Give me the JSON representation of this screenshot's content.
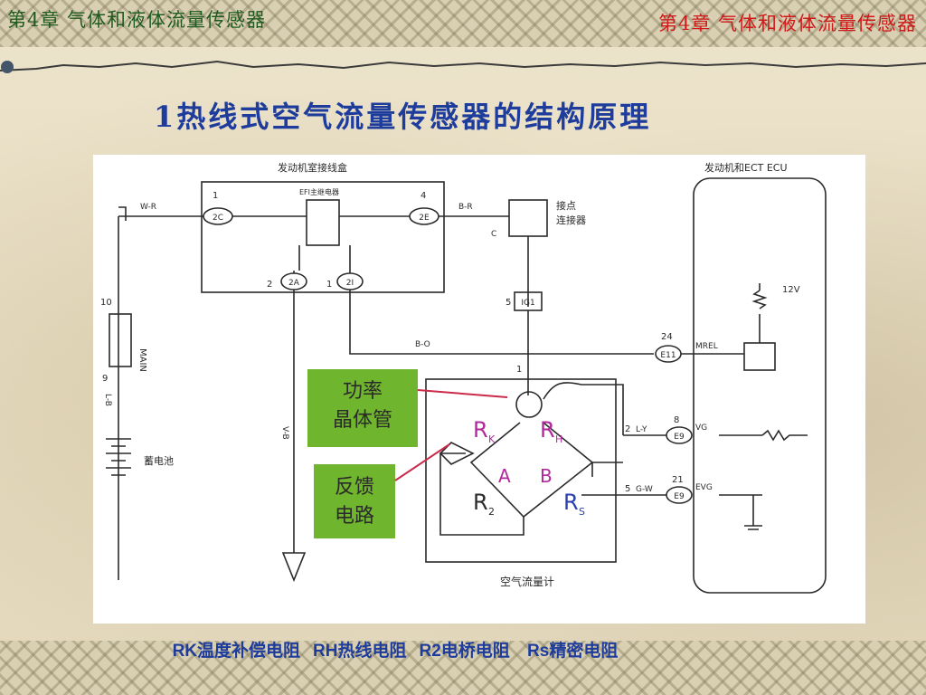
{
  "slide": {
    "header_left": "第4章  气体和液体流量传感器",
    "header_right": "第4章  气体和液体流量传感器",
    "heading": "1热线式空气流量传感器的结构原理",
    "legend": [
      "RK温度补偿电阻",
      "RH热线电阻",
      "R2电桥电阻",
      " Rs精密电阻"
    ]
  },
  "diagram": {
    "junction_box": "发动机室接线盒",
    "efi_relay": "EFI主继电器",
    "ecu": "发动机和ECT ECU",
    "connector_label": "接点\n连接器",
    "connector_line1": "接点",
    "connector_line2": "连接器",
    "power_transistor": [
      "功率",
      "晶体管"
    ],
    "feedback": [
      "反馈",
      "电路"
    ],
    "airflow_meter": "空气流量计",
    "battery": "蓄电池",
    "fuse": "MAIN",
    "voltage": "12V",
    "pins": {
      "p2c": "2C",
      "p2e": "2E",
      "p2a": "2A",
      "p2i": "2I",
      "ig1": "IG1",
      "e11": "E11",
      "e9a": "E9",
      "e9b": "E9"
    },
    "ecu_terms": {
      "mrel": "MREL",
      "vg": "VG",
      "evg": "EVG"
    },
    "wire_labels": {
      "wr": "W-R",
      "br": "B-R",
      "bo": "B-O",
      "ly": "L-Y",
      "gw": "G-W",
      "vb": "V-B",
      "lb": "L-B",
      "c": "C"
    },
    "numbers": {
      "n1": "1",
      "n4": "4",
      "n2": "2",
      "n1b": "1",
      "n10": "10",
      "n9": "9",
      "n5": "5",
      "n1c": "1",
      "n24": "24",
      "n8": "8",
      "n21": "21",
      "n2b": "2",
      "n5b": "5"
    },
    "resistors": {
      "rk": "R",
      "rk_sub": "K",
      "rh": "R",
      "rh_sub": "H",
      "r2": "R",
      "r2_sub": "2",
      "rs": "R",
      "rs_sub": "S",
      "a": "A",
      "b": "B"
    },
    "colors": {
      "green_box": "#6fb52e",
      "green_box_text": "#2a2a2a",
      "accent_red": "#cc2a4a",
      "rk_color": "#b2289c",
      "rh_color": "#b2289c",
      "rs_color": "#2b3fae",
      "a_color": "#b2289c",
      "b_color": "#b2289c"
    }
  }
}
